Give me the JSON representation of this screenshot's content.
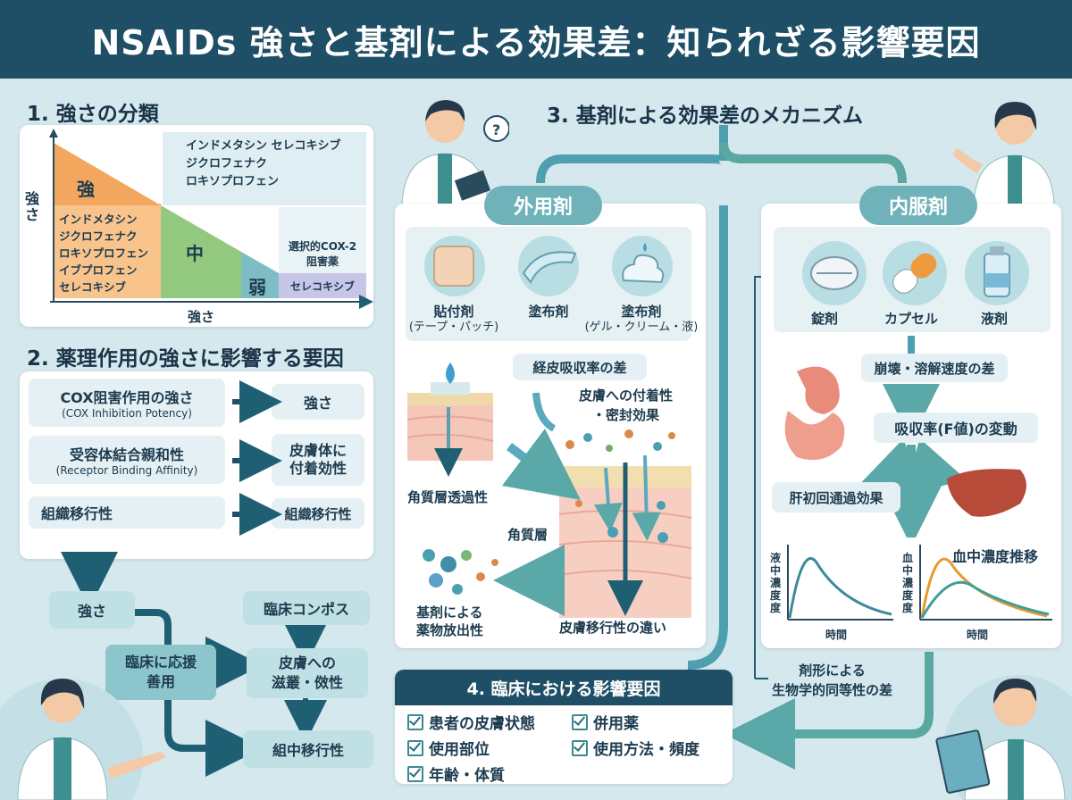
{
  "title": "NSAIDs 強さと基剤による効果差：知られざる影響要因",
  "section1": {
    "title": "1. 強さの分類",
    "y_axis": "強さ",
    "x_axis": "強さ",
    "level_strong": "強",
    "level_mid": "中",
    "level_weak": "弱",
    "top_right_drugs": [
      "インドメタシン  セレコキシブ",
      "ジクロフェナク",
      "ロキソプロフェン"
    ],
    "left_drugs": [
      "インドメタシン",
      "ジクロフェナク",
      "ロキソプロフェン",
      "イブプロフェン",
      "セレコキシブ"
    ],
    "selective_label": [
      "選択的COX-2",
      "阻害薬"
    ],
    "weak_drug": "セレコキシブ"
  },
  "section2": {
    "title": "2. 薬理作用の強さに影響する要因",
    "rows": [
      {
        "left": "COX阻害作用の強さ",
        "left_sub": "(COX Inhibition Potency)",
        "right": [
          "強さ"
        ]
      },
      {
        "left": "受容体結合親和性",
        "left_sub": "(Receptor Binding Affinity)",
        "right": [
          "皮膚体に",
          "付着効性"
        ]
      },
      {
        "left": "組織移行性",
        "left_sub": "",
        "right": [
          "組織移行性"
        ]
      }
    ],
    "flow": {
      "strength": "強さ",
      "clinical_compose": "臨床コンポス",
      "clinical_support": [
        "臨床に応援",
        "善用"
      ],
      "skin_spread": [
        "皮膚への",
        "滋叢・傚性"
      ],
      "tissue_transfer": "組中移行性"
    }
  },
  "section3": {
    "title": "3. 基剤による効果差のメカニズム",
    "external": {
      "header": "外用剤",
      "forms": [
        {
          "name": "貼付剤",
          "sub": "(テープ・パッチ)"
        },
        {
          "name": "塗布剤",
          "sub": ""
        },
        {
          "name": "塗布剤",
          "sub": "(ゲル・クリーム・液)"
        }
      ],
      "absorption": "経皮吸収率の差",
      "adhesion": [
        "皮膚への付着性",
        "・密封効果"
      ],
      "stratum_permeability": "角質層透過性",
      "stratum": "角質層",
      "release": [
        "基剤による",
        "薬物放出性"
      ],
      "skin_transfer": "皮膚移行性の違い"
    },
    "internal": {
      "header": "内服剤",
      "forms": [
        "錠剤",
        "カプセル",
        "液剤"
      ],
      "disintegration": "崩壊・溶解速度の差",
      "absorption_rate": "吸収率(F値)の変動",
      "first_pass": "肝初回通過効果",
      "blood_conc": "血中濃度推移",
      "chart1_ylabel": [
        "液",
        "中",
        "濃",
        "度",
        "度"
      ],
      "chart2_ylabel": [
        "血",
        "中",
        "濃",
        "度",
        "度"
      ],
      "xlabel": "時間"
    },
    "bioequivalence": [
      "剤形による",
      "生物学的同等性の差"
    ]
  },
  "section4": {
    "title": "4. 臨床における影響要因",
    "items_left": [
      "患者の皮膚状態",
      "使用部位",
      "年齢・体質"
    ],
    "items_right": [
      "併用薬",
      "使用方法・頻度"
    ]
  },
  "colors": {
    "header": "#1e4f66",
    "teal": "#6fb2ba",
    "strong": "#f0a560",
    "mid": "#8fc77e",
    "weak": "#7fbdc4",
    "curve_orange": "#e69a2e",
    "curve_teal": "#3e9e9a"
  }
}
